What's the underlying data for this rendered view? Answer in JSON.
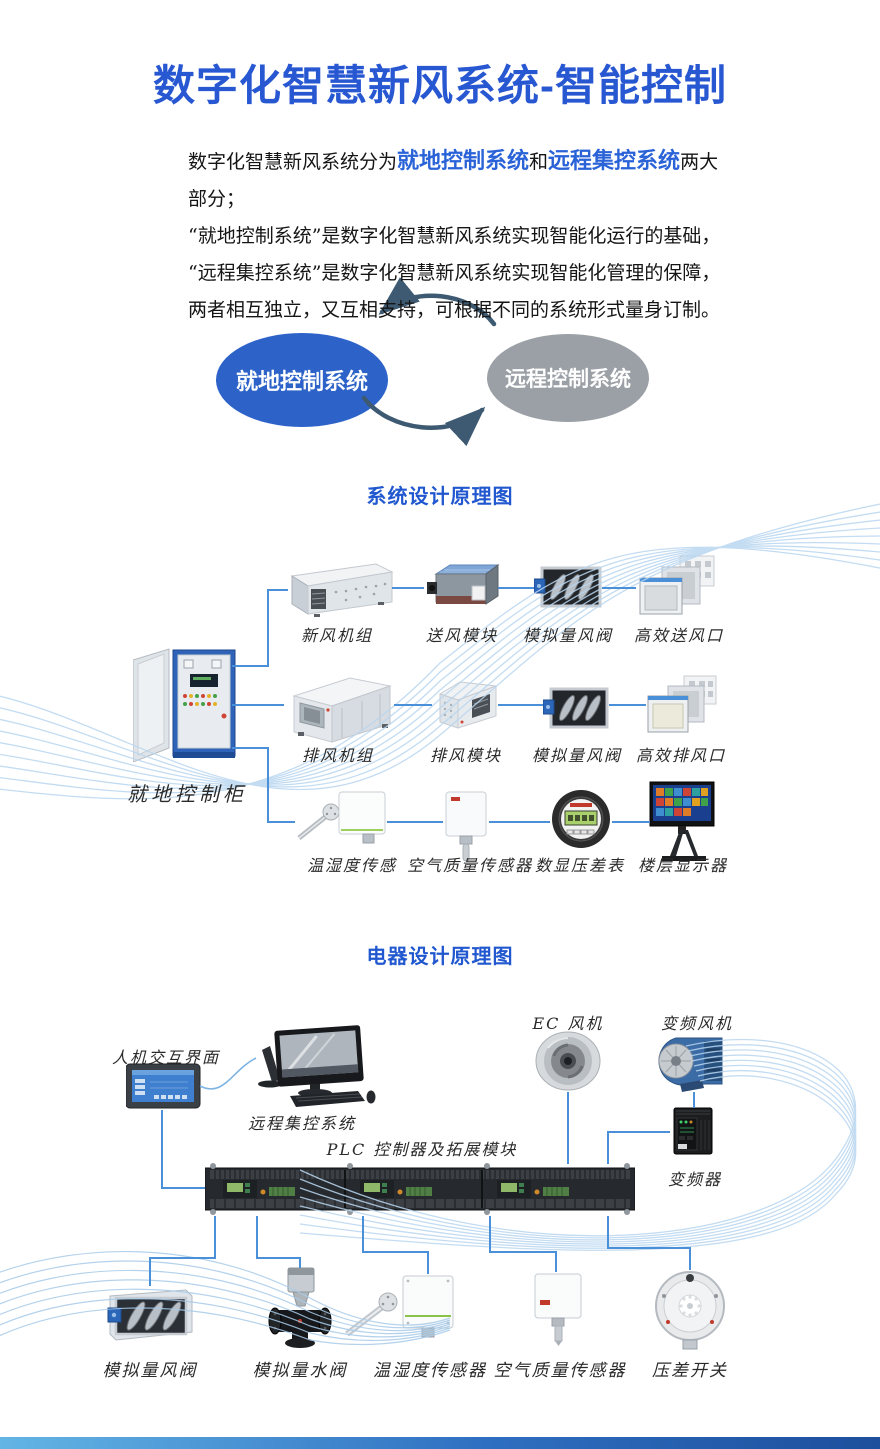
{
  "title": "数字化智慧新风系统-智能控制",
  "intro": {
    "l1a": "数字化智慧新风系统分为",
    "l1b": "就地控制系统",
    "l1c": "和",
    "l1d": "远程集控系统",
    "l1e": "两大部分；",
    "l2": "“就地控制系统”是数字化智慧新风系统实现智能化运行的基础，",
    "l3": "“远程集控系统”是数字化智慧新风系统实现智能化管理的保障，",
    "l4": "两者相互独立，又互相支持，可根据不同的系统形式量身订制。"
  },
  "cycle": {
    "left_label": "就地控制系统",
    "right_label": "远程控制系统"
  },
  "section1": {
    "heading": "系统设计原理图",
    "cabinet_label": "就地控制柜",
    "row1": [
      "新风机组",
      "送风模块",
      "模拟量风阀",
      "高效送风口"
    ],
    "row2": [
      "排风机组",
      "排风模块",
      "模拟量风阀",
      "高效排风口"
    ],
    "row3": [
      "温湿度传感",
      "空气质量传感器",
      "数显压差表",
      "楼层显示器"
    ]
  },
  "section2": {
    "heading": "电器设计原理图",
    "hmi_label": "人机交互界面",
    "remote_label": "远程集控系统",
    "ec_fan_label": "EC 风机",
    "vf_fan_label": "变频风机",
    "vfd_label": "变频器",
    "plc_label": "PLC 控制器及拓展模块",
    "bottom": [
      "模拟量风阀",
      "模拟量水阀",
      "温湿度传感器",
      "空气质量传感器",
      "压差开关"
    ]
  },
  "colors": {
    "accent_blue": "#2857d2",
    "ellipse_blue": "#2d63c8",
    "ellipse_gray": "#9aa0a5",
    "wire_blue": "#4a90d8",
    "arrow_slate": "#3d5a72"
  }
}
